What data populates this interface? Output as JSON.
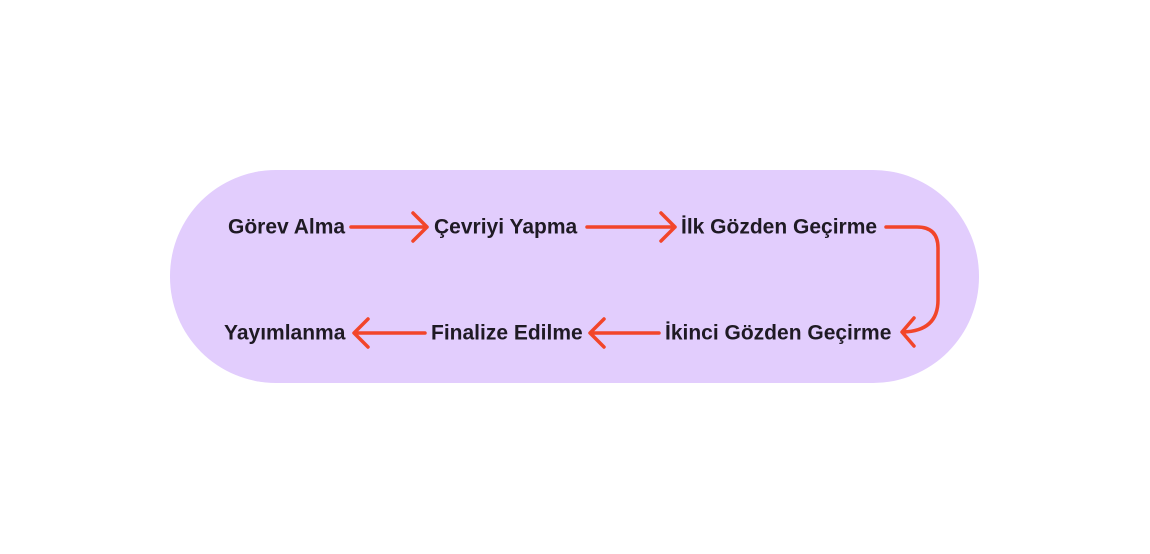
{
  "colors": {
    "panel_background": "#e2cdfd",
    "arrow": "#f2452a",
    "text": "#1f1a24"
  },
  "steps": [
    {
      "label": "Görev Alma"
    },
    {
      "label": "Çevriyi Yapma"
    },
    {
      "label": "İlk Gözden Geçirme"
    },
    {
      "label": "İkinci Gözden Geçirme"
    },
    {
      "label": "Finalize Edilme"
    },
    {
      "label": "Yayımlanma"
    }
  ]
}
